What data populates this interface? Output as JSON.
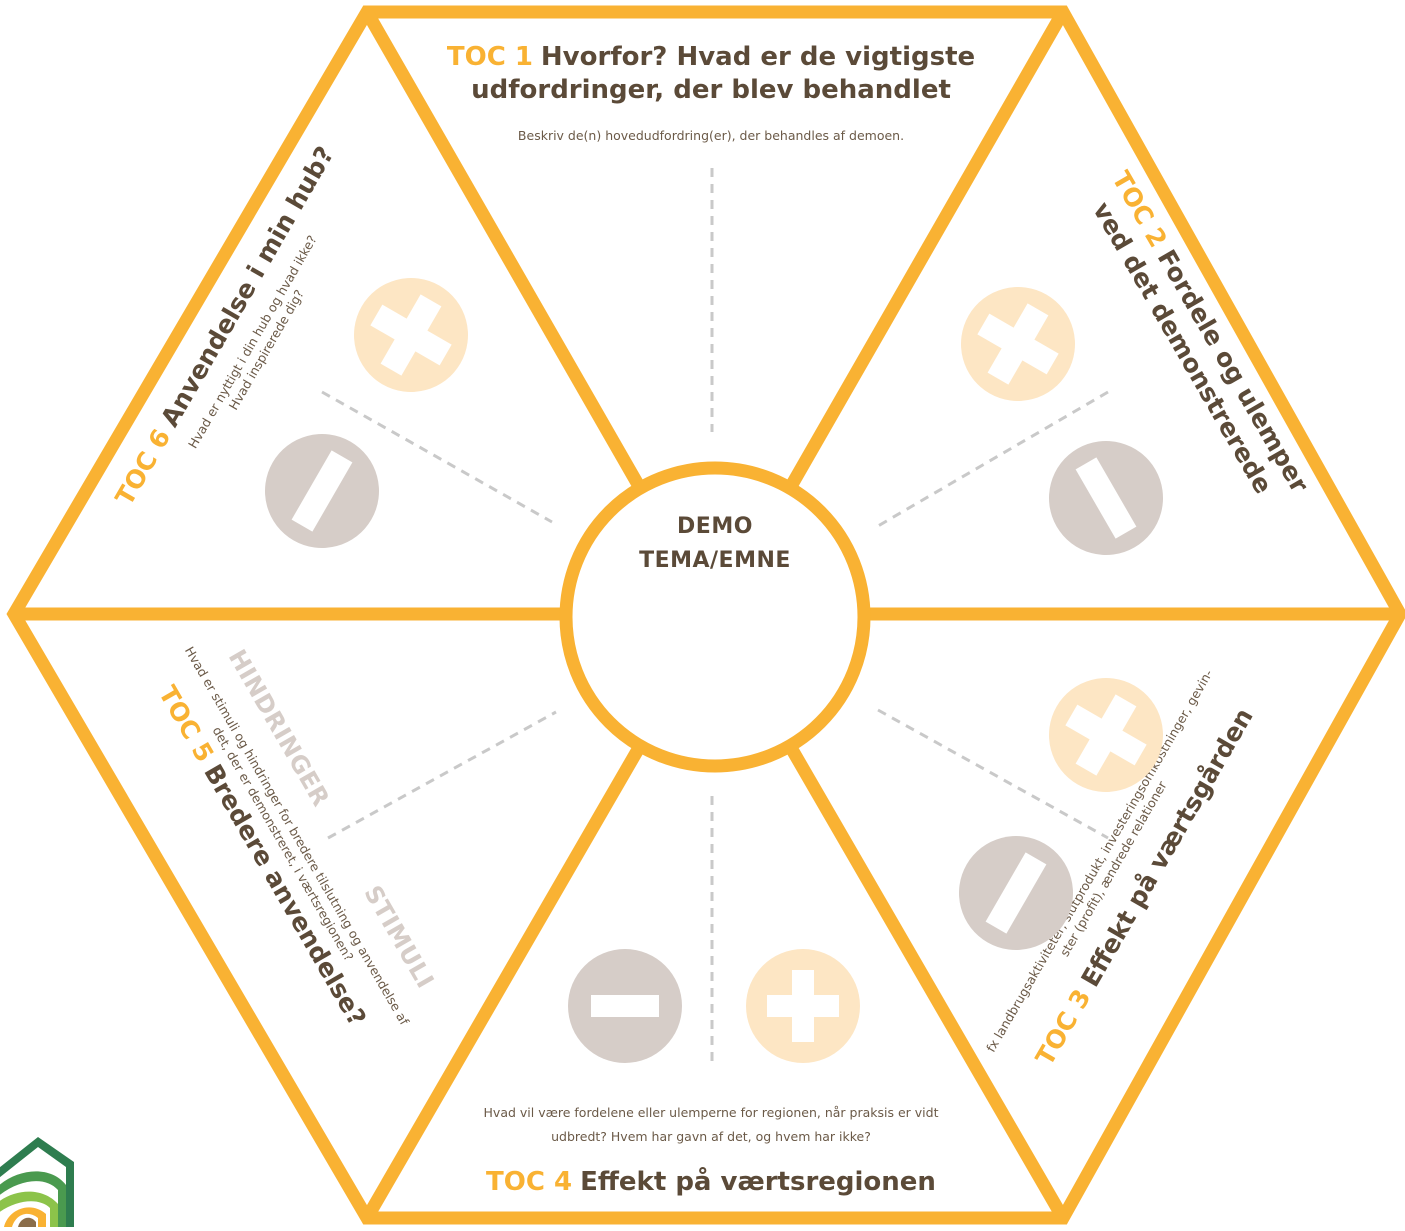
{
  "colors": {
    "frame": "#F9B233",
    "plus_circle": "#FDE6C4",
    "minus_circle": "#D6CDC8",
    "title_text": "#5b4a38",
    "divider": "#c9c9c9"
  },
  "center": {
    "line1": "DEMO",
    "line2": "TEMA/EMNE"
  },
  "toc1": {
    "num": "TOC 1",
    "title_line1": "Hvorfor? Hvad er de vigtigste",
    "title_line2": "udfordringer, der blev behandlet",
    "desc": "Beskriv de(n) hovedudfordring(er), der behandles af demoen."
  },
  "toc2": {
    "num": "TOC 2",
    "title_line1": "Fordele og ulemper",
    "title_line2": "ved det demonstrerede"
  },
  "toc3": {
    "num": "TOC 3",
    "title": "Effekt på værtsgården",
    "desc_line1": "fx landbrugsaktiviteter, slutprodukt, investeringsomkostninger, gevin-",
    "desc_line2": "ster (profit), ændrede relationer"
  },
  "toc4": {
    "num": "TOC 4",
    "title": "Effekt på værtsregionen",
    "desc_line1": "Hvad vil være fordelene eller ulemperne for regionen, når praksis er vidt",
    "desc_line2": "udbredt? Hvem har gavn af det, og hvem har ikke?"
  },
  "toc5": {
    "num": "TOC 5",
    "title": "Bredere anvendelse?",
    "desc_line1": "Hvad er stimuli og hindringer for bredere tilslutning og anvendelse af",
    "desc_line2": "det, der er demonstreret, i værtsregionen?",
    "label_barriers": "HINDRINGER",
    "label_stimuli": "STIMULI"
  },
  "toc6": {
    "num": "TOC 6",
    "title": "Anvendelse i min hub?",
    "desc_line1": "Hvad er nyttigt i din hub og hvad ikke?",
    "desc_line2": "Hvad inspirerede dig?"
  },
  "icons": {
    "plus": "plus-icon",
    "minus": "minus-icon",
    "logo": "logo-icon"
  }
}
